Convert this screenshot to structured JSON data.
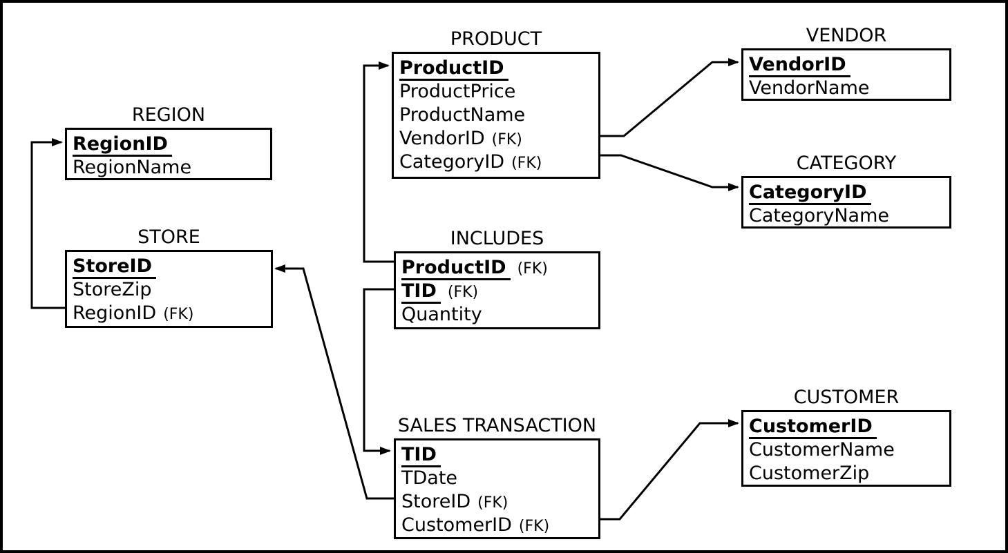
{
  "diagram_type": "entity-relationship-diagram",
  "colors": {
    "line": "#000000",
    "background": "#ffffff",
    "text": "#000000"
  },
  "fk_suffix": "(FK)",
  "entities": [
    {
      "name": "REGION",
      "attrs": [
        {
          "name": "RegionID",
          "pk": true
        },
        {
          "name": "RegionName",
          "pk": false
        }
      ]
    },
    {
      "name": "STORE",
      "attrs": [
        {
          "name": "StoreID",
          "pk": true
        },
        {
          "name": "StoreZip",
          "pk": false
        },
        {
          "name": "RegionID",
          "pk": false,
          "fk": "(FK)"
        }
      ]
    },
    {
      "name": "PRODUCT",
      "attrs": [
        {
          "name": "ProductID",
          "pk": true
        },
        {
          "name": "ProductPrice",
          "pk": false
        },
        {
          "name": "ProductName",
          "pk": false
        },
        {
          "name": "VendorID",
          "pk": false,
          "fk": "(FK)"
        },
        {
          "name": "CategoryID",
          "pk": false,
          "fk": "(FK)"
        }
      ]
    },
    {
      "name": "VENDOR",
      "attrs": [
        {
          "name": "VendorID",
          "pk": true
        },
        {
          "name": "VendorName",
          "pk": false
        }
      ]
    },
    {
      "name": "CATEGORY",
      "attrs": [
        {
          "name": "CategoryID",
          "pk": true
        },
        {
          "name": "CategoryName",
          "pk": false
        }
      ]
    },
    {
      "name": "INCLUDES",
      "attrs": [
        {
          "name": "ProductID",
          "pk": true,
          "fk": "(FK)"
        },
        {
          "name": "TID",
          "pk": true,
          "fk": "(FK)"
        },
        {
          "name": "Quantity",
          "pk": false
        }
      ]
    },
    {
      "name": "SALES TRANSACTION",
      "attrs": [
        {
          "name": "TID",
          "pk": true
        },
        {
          "name": "TDate",
          "pk": false
        },
        {
          "name": "StoreID",
          "pk": false,
          "fk": "(FK)"
        },
        {
          "name": "CustomerID",
          "pk": false,
          "fk": "(FK)"
        }
      ]
    },
    {
      "name": "CUSTOMER",
      "attrs": [
        {
          "name": "CustomerID",
          "pk": true
        },
        {
          "name": "CustomerName",
          "pk": false
        },
        {
          "name": "CustomerZip",
          "pk": false
        }
      ]
    }
  ],
  "relationships": [
    {
      "from": "STORE.RegionID",
      "to": "REGION.RegionID"
    },
    {
      "from": "INCLUDES.ProductID",
      "to": "PRODUCT.ProductID"
    },
    {
      "from": "INCLUDES.TID",
      "to": "SALES TRANSACTION.TID"
    },
    {
      "from": "SALES TRANSACTION.StoreID",
      "to": "STORE.StoreID"
    },
    {
      "from": "PRODUCT.VendorID",
      "to": "VENDOR.VendorID"
    },
    {
      "from": "PRODUCT.CategoryID",
      "to": "CATEGORY.CategoryID"
    },
    {
      "from": "SALES TRANSACTION.CustomerID",
      "to": "CUSTOMER.CustomerID"
    }
  ]
}
